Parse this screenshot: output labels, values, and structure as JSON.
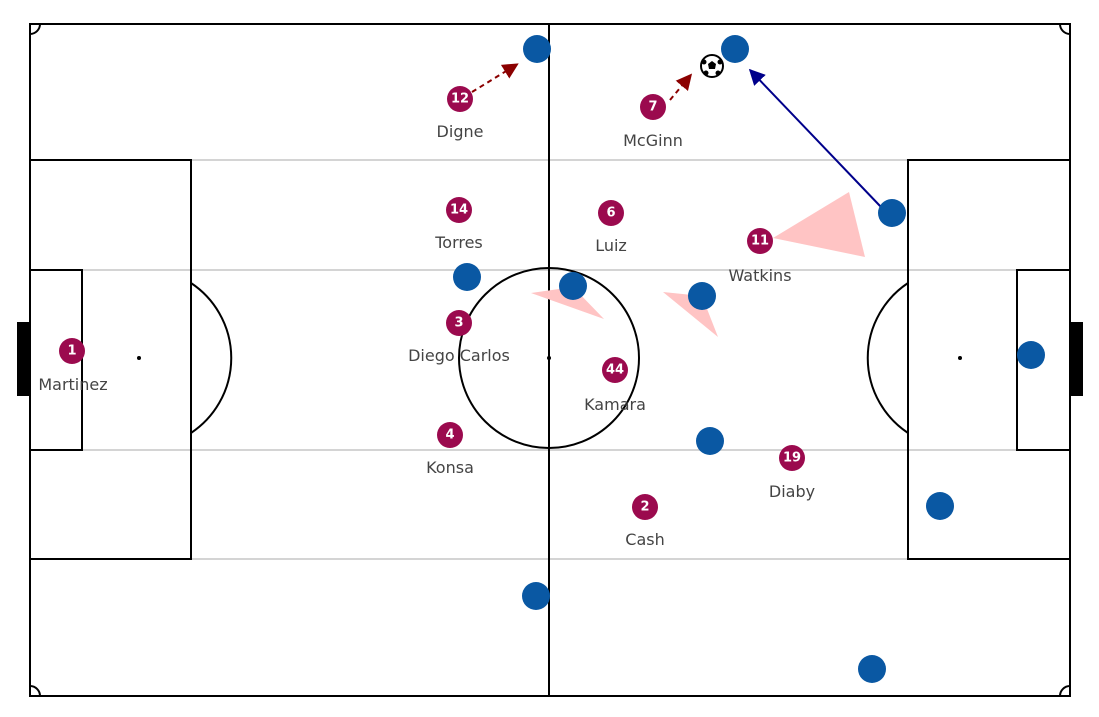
{
  "colors": {
    "home": "#9b0a4e",
    "away": "#0a58a3",
    "cone": "#ffc4c4",
    "pass_arrow": "#00008b",
    "run_arrow": "#8b0000"
  },
  "home_players": [
    {
      "number": "1",
      "name": "Martinez"
    },
    {
      "number": "12",
      "name": "Digne"
    },
    {
      "number": "14",
      "name": "Torres"
    },
    {
      "number": "3",
      "name": "Diego Carlos"
    },
    {
      "number": "4",
      "name": "Konsa"
    },
    {
      "number": "7",
      "name": "McGinn"
    },
    {
      "number": "6",
      "name": "Luiz"
    },
    {
      "number": "11",
      "name": "Watkins"
    },
    {
      "number": "44",
      "name": "Kamara"
    },
    {
      "number": "19",
      "name": "Diaby"
    },
    {
      "number": "2",
      "name": "Cash"
    }
  ],
  "away_player_count": 11,
  "ball_icon": "soccer-ball-icon",
  "events": [
    {
      "type": "pass",
      "label": "pass-arrow"
    },
    {
      "type": "run",
      "label": "run-arrow"
    }
  ]
}
